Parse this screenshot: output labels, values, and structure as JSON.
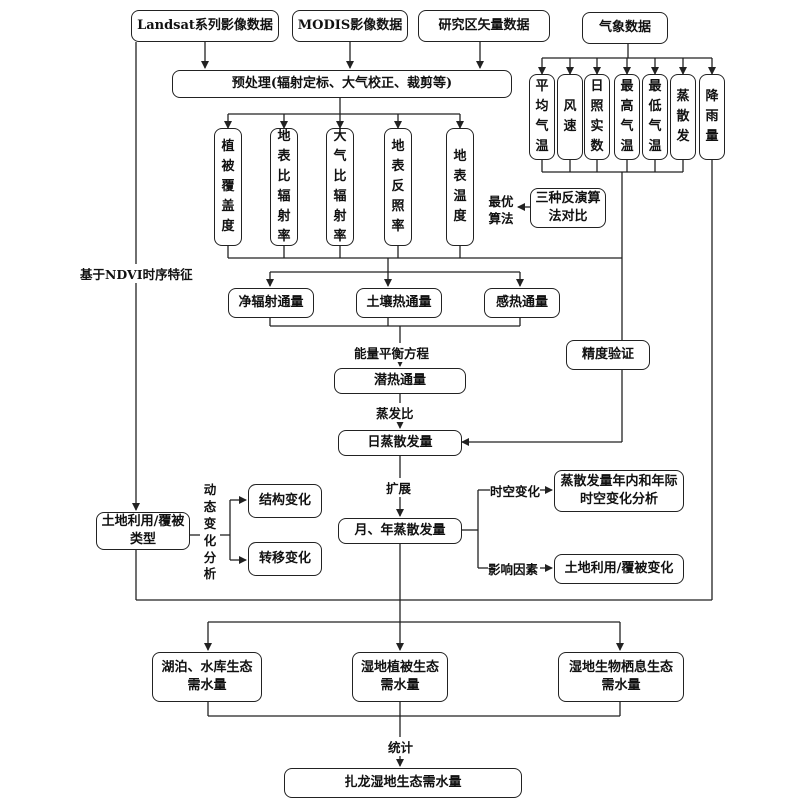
{
  "inputs": {
    "landsat": "Landsat系列影像数据",
    "modis": "MODIS影像数据",
    "vector": "研究区矢量数据",
    "meteo": "气象数据"
  },
  "preprocess": "预处理(辐射定标、大气校正、裁剪等)",
  "meteo_vars": [
    "平均气温",
    "风速",
    "日照实数",
    "最高气温",
    "最低气温",
    "蒸散发",
    "降雨量"
  ],
  "params": [
    "植被覆盖度",
    "地表比辐射率",
    "大气比辐射率",
    "地表反照率",
    "地表温度"
  ],
  "optimal_label": "最优算法",
  "three_algos": "三种反演算法对比",
  "ndvi_label": "基于NDVI时序特征",
  "fluxes": [
    "净辐射通量",
    "土壤热通量",
    "感热通量"
  ],
  "accuracy": "精度验证",
  "energy_eq": "能量平衡方程",
  "latent": "潜热通量",
  "evap_ratio": "蒸发比",
  "daily_et": "日蒸散发量",
  "expand": "扩展",
  "monthly_et": "月、年蒸散发量",
  "landuse": "土地利用/覆被类型",
  "dynamic": "动态变化分析",
  "struct_change": "结构变化",
  "transfer_change": "转移变化",
  "spatiotemporal": "时空变化",
  "influence": "影响因素",
  "st_analysis": "蒸散发量年内和年际时空变化分析",
  "landuse_change": "土地利用/覆被变化",
  "demands": [
    "湖泊、水库生态需水量",
    "湿地植被生态需水量",
    "湿地生物栖息生态需水量"
  ],
  "stat": "统计",
  "final": "扎龙湿地生态需水量"
}
